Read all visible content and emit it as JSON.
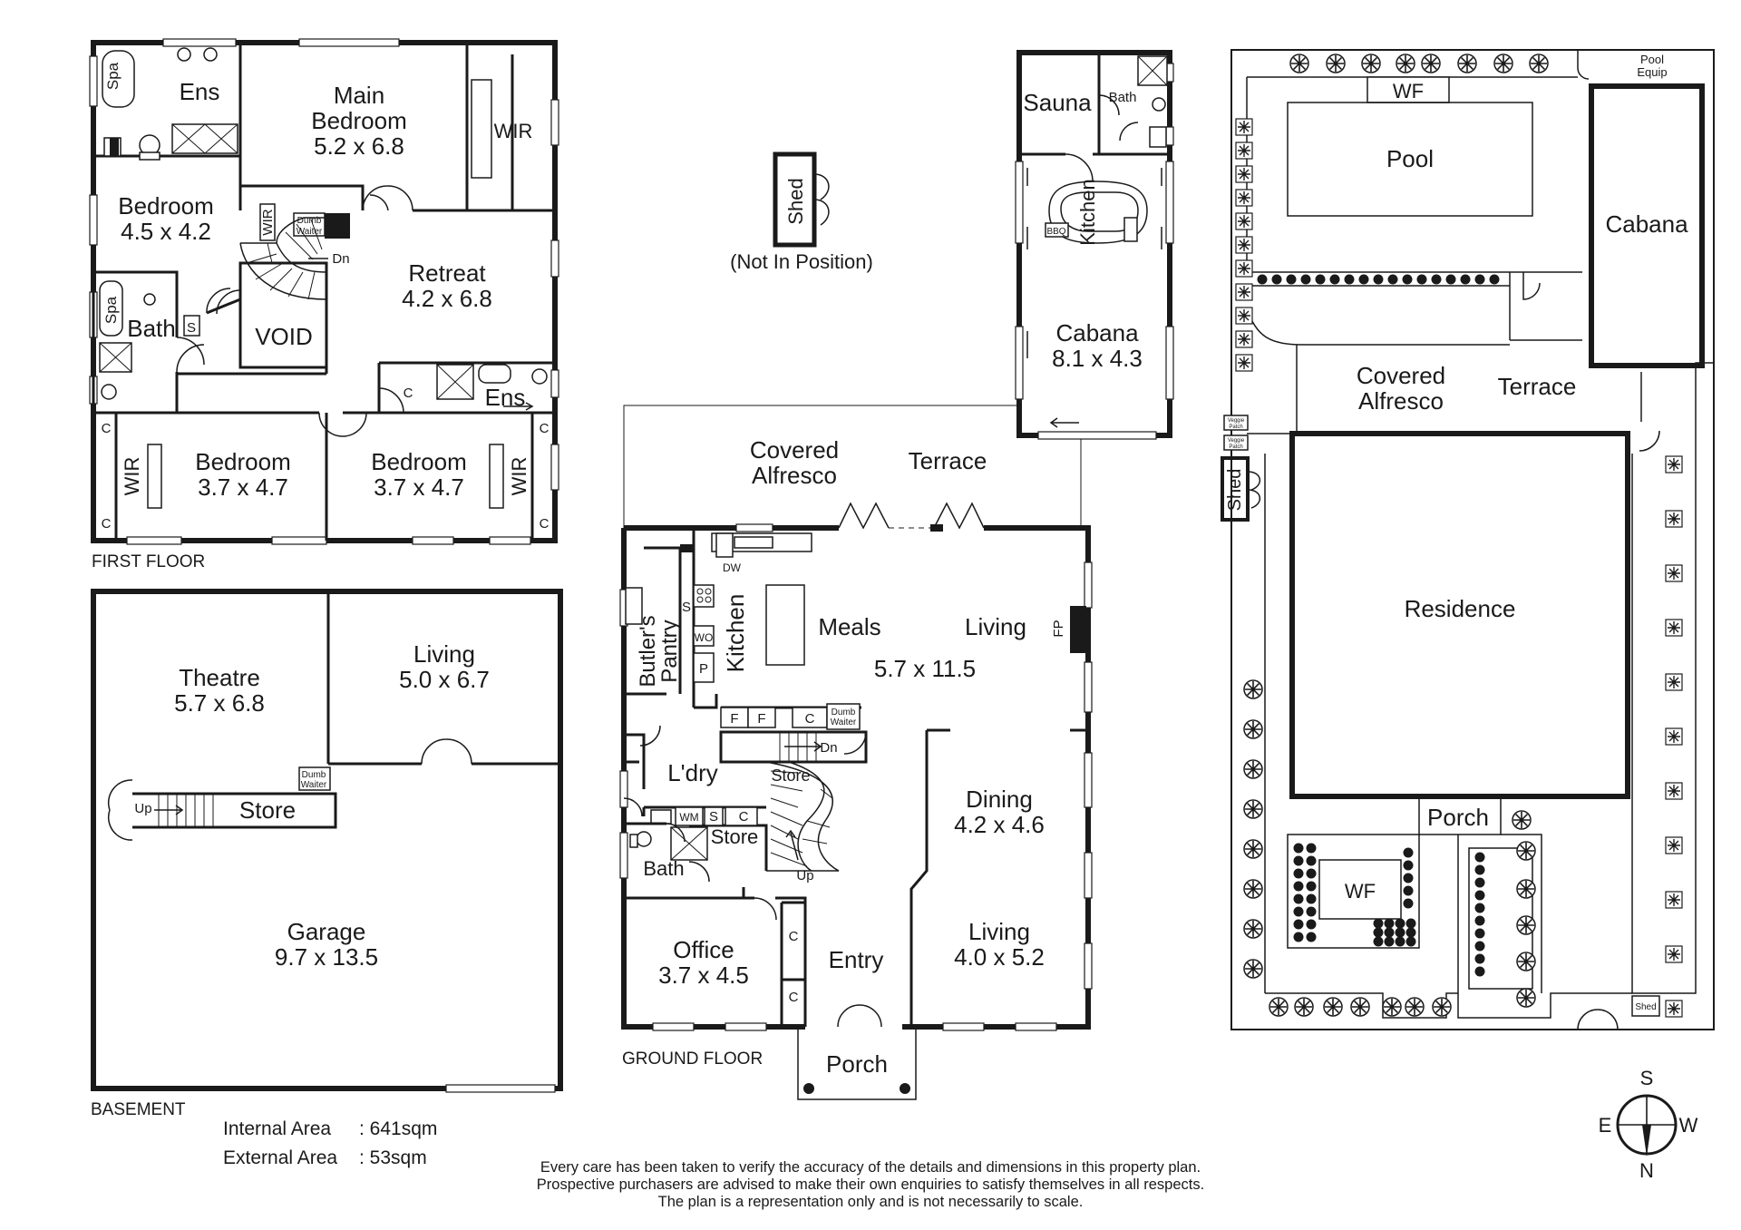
{
  "first_floor": {
    "label": "FIRST FLOOR",
    "rooms": {
      "spa_ens": "Spa",
      "ens": "Ens",
      "main_bedroom_name_1": "Main",
      "main_bedroom_name_2": "Bedroom",
      "main_bedroom_size": "5.2 x 6.8",
      "wir_main": "WIR",
      "bedroom_nw_name": "Bedroom",
      "bedroom_nw_size": "4.5 x 4.2",
      "wir_small": "WIR",
      "dumb_waiter_1": "Dumb",
      "dumb_waiter_2": "Waiter",
      "dn": "Dn",
      "retreat_name": "Retreat",
      "retreat_size": "4.2 x 6.8",
      "spa_bath": "Spa",
      "bath": "Bath",
      "bath_s": "S",
      "void": "VOID",
      "ens2": "Ens",
      "ens2_c": "C",
      "bedroom_sw_name": "Bedroom",
      "bedroom_sw_size": "3.7 x 4.7",
      "bedroom_se_name": "Bedroom",
      "bedroom_se_size": "3.7 x 4.7",
      "wir_sw": "WIR",
      "wir_se": "WIR",
      "c": "C"
    }
  },
  "basement": {
    "label": "BASEMENT",
    "rooms": {
      "theatre_name": "Theatre",
      "theatre_size": "5.7 x 6.8",
      "living_name": "Living",
      "living_size": "5.0 x 6.7",
      "dumb_waiter_1": "Dumb",
      "dumb_waiter_2": "Waiter",
      "up": "Up",
      "store": "Store",
      "garage_name": "Garage",
      "garage_size": "9.7 x 13.5"
    }
  },
  "shed_detached": {
    "label": "Shed",
    "note": "(Not In Position)"
  },
  "cabana_plan": {
    "sauna": "Sauna",
    "bath": "Bath",
    "kitchen": "Kitchen",
    "bbq": "BBQ",
    "name": "Cabana",
    "size": "8.1 x 4.3"
  },
  "ground_floor": {
    "label": "GROUND FLOOR",
    "rooms": {
      "covered_alfresco_1": "Covered",
      "covered_alfresco_2": "Alfresco",
      "terrace": "Terrace",
      "dw": "DW",
      "butlers_pantry_1": "Butler's",
      "butlers_pantry_2": "Pantry",
      "s": "S",
      "wo": "WO",
      "p": "P",
      "kitchen": "Kitchen",
      "meals": "Meals",
      "living": "Living",
      "fp": "FP",
      "meals_living_size": "5.7 x 11.5",
      "f": "F",
      "c": "C",
      "dumb_waiter_1": "Dumb",
      "dumb_waiter_2": "Waiter",
      "dn": "Dn",
      "ldry": "L'dry",
      "store_1": "Store",
      "wm": "WM",
      "store_2": "Store",
      "bath": "Bath",
      "up": "Up",
      "dining_name": "Dining",
      "dining_size": "4.2 x 4.6",
      "office_name": "Office",
      "office_size": "3.7 x 4.5",
      "entry": "Entry",
      "living2_name": "Living",
      "living2_size": "4.0 x 5.2",
      "porch": "Porch"
    }
  },
  "site_plan": {
    "pool_equip_1": "Pool",
    "pool_equip_2": "Equip",
    "wf": "WF",
    "pool": "Pool",
    "cabana": "Cabana",
    "covered_alfresco_1": "Covered",
    "covered_alfresco_2": "Alfresco",
    "terrace": "Terrace",
    "veggie_patch_1": "Veggie",
    "veggie_patch_2": "Patch",
    "shed": "Shed",
    "residence": "Residence",
    "porch": "Porch",
    "wf2": "WF",
    "shed_small": "Shed"
  },
  "areas": {
    "internal_label": "Internal Area",
    "internal_value": ": 641sqm",
    "external_label": "External Area",
    "external_value": ": 53sqm"
  },
  "disclaimer": {
    "line1": "Every care has been taken to verify the accuracy of the details and dimensions in this property plan.",
    "line2": "Prospective purchasers are advised to make their own enquiries to satisfy themselves in all respects.",
    "line3": "The plan is a representation only and is not necessarily to scale."
  },
  "compass": {
    "s": "S",
    "e": "E",
    "w": "W",
    "n": "N"
  }
}
